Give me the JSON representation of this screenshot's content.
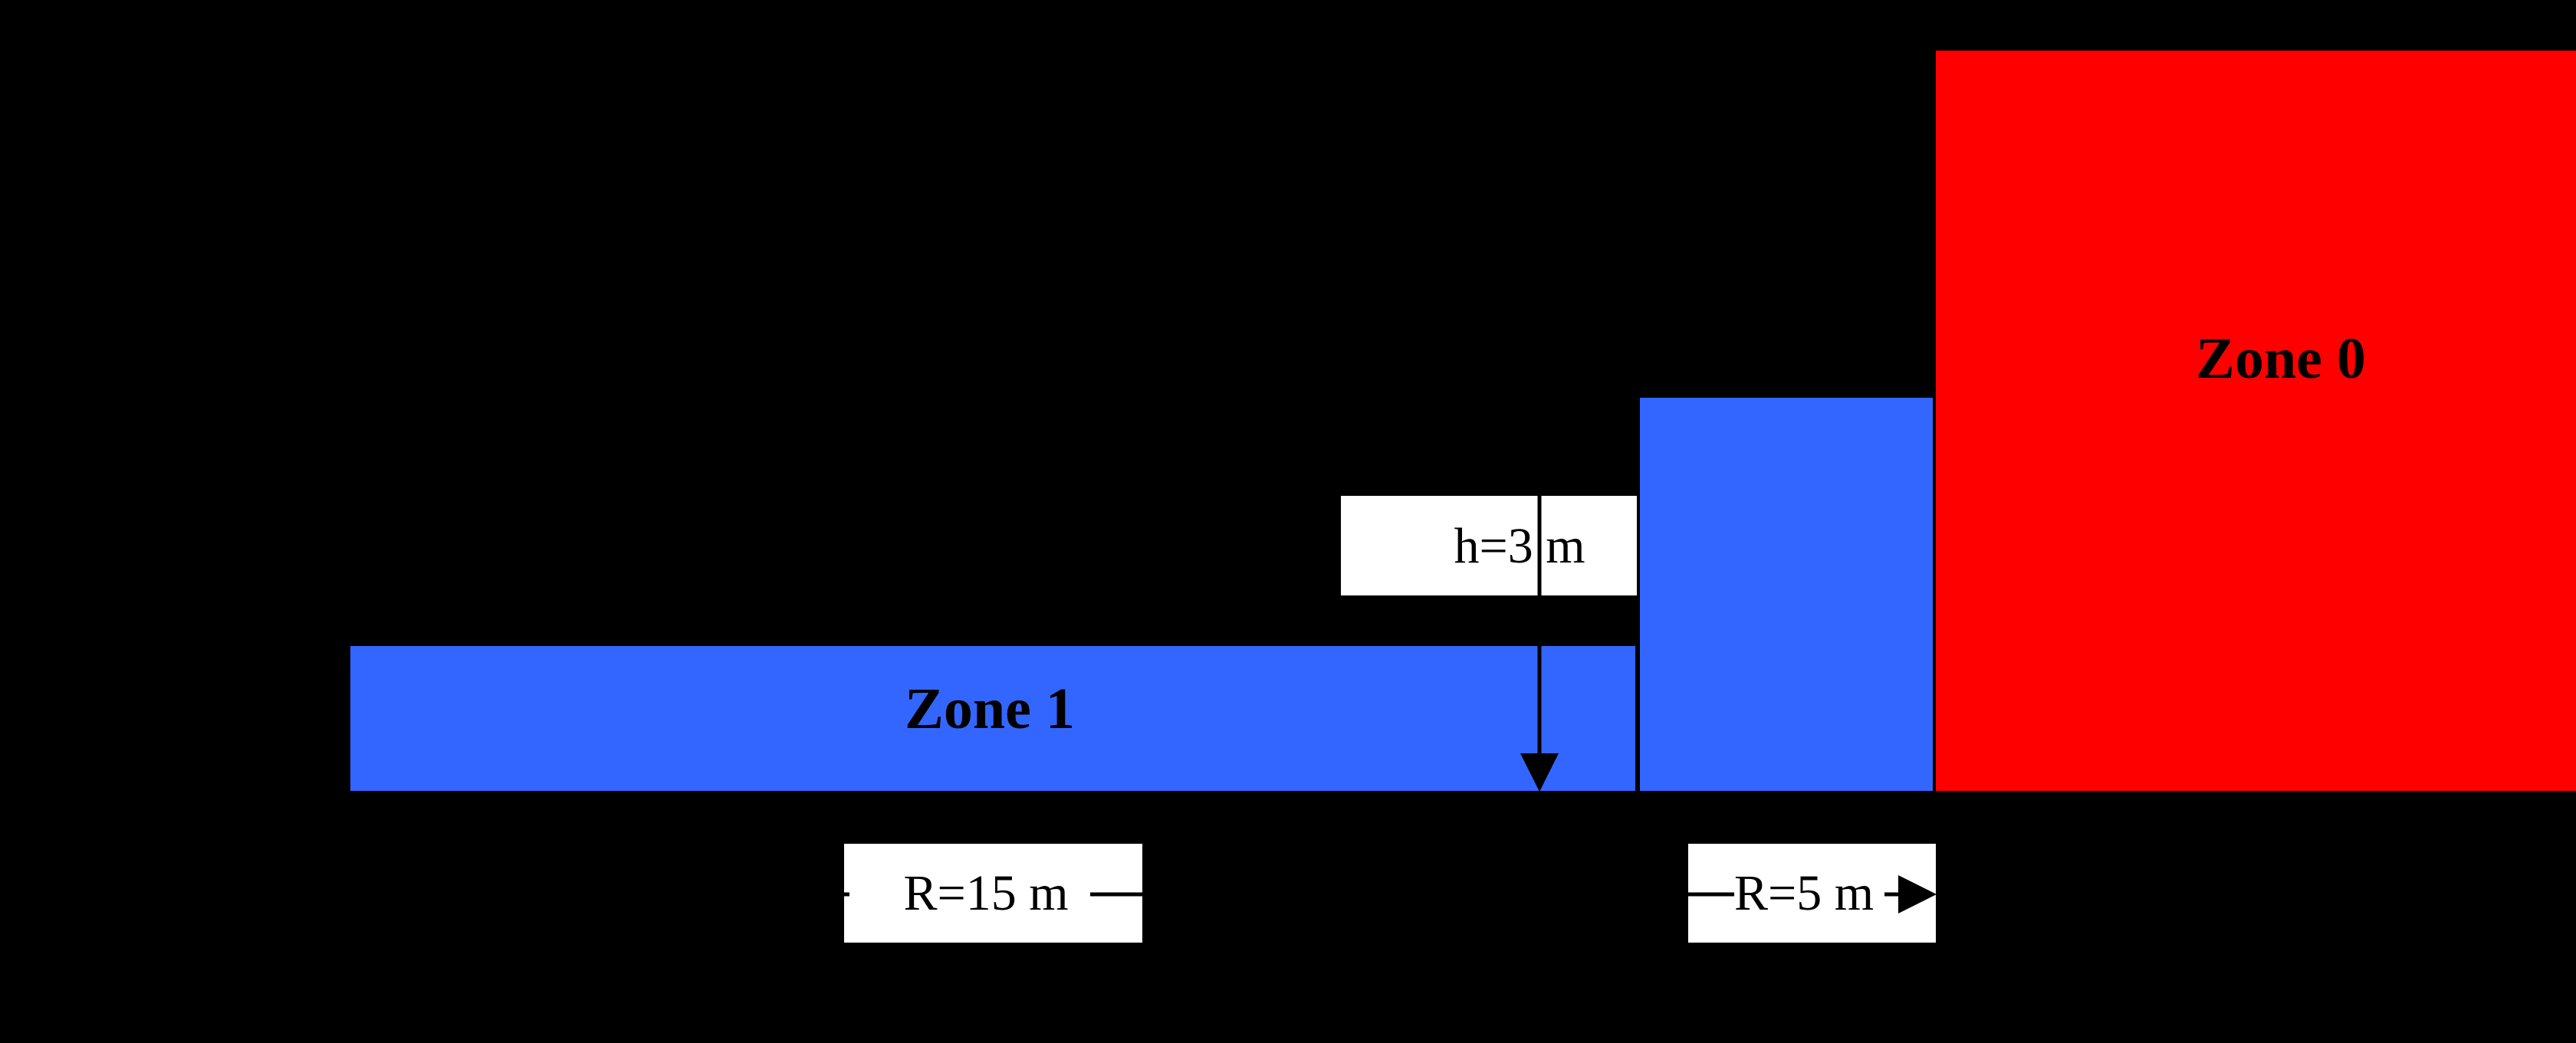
{
  "colors": {
    "background": "#000000",
    "zone0_fill": "#FF0000",
    "zone1_fill": "#3366FF",
    "label_box": "#FFFFFF",
    "ink": "#000000"
  },
  "zones": {
    "zone0": {
      "label": "Zone 0"
    },
    "zone1": {
      "label": "Zone 1"
    }
  },
  "dimensions": {
    "height": {
      "label": "h=3 m"
    },
    "radius_zone1": {
      "label": "R=15 m"
    },
    "radius_zone0_band": {
      "label": "R=5 m"
    }
  }
}
